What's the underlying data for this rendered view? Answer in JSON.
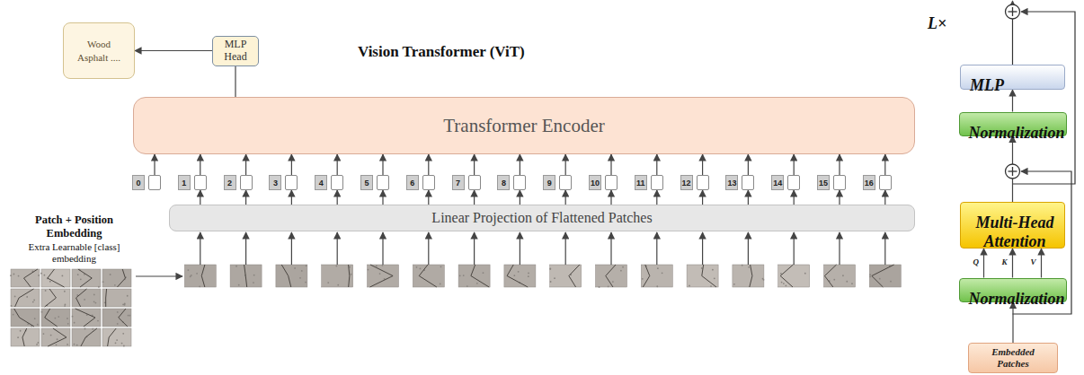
{
  "diagram": {
    "title": "Vision Transformer (ViT)",
    "nodes": [
      {
        "text": [
          "Wood Asphalt ...."
        ]
      },
      {
        "text": [
          "MLP Head"
        ]
      },
      {
        "text": [
          "Transformer Encoder"
        ]
      },
      {
        "text": [
          "0"
        ]
      },
      {
        "text": [
          "1"
        ]
      },
      {
        "text": [
          "2"
        ]
      },
      {
        "text": [
          "3"
        ]
      },
      {
        "text": [
          "4"
        ]
      },
      {
        "text": [
          "5"
        ]
      },
      {
        "text": [
          "6"
        ]
      },
      {
        "text": [
          "7"
        ]
      },
      {
        "text": [
          "8"
        ]
      },
      {
        "text": [
          "9"
        ]
      },
      {
        "text": [
          "10"
        ]
      },
      {
        "text": [
          "11"
        ]
      },
      {
        "text": [
          "12"
        ]
      },
      {
        "text": [
          "13"
        ]
      },
      {
        "text": [
          "14"
        ]
      },
      {
        "text": [
          "15"
        ]
      },
      {
        "text": [
          "16"
        ]
      },
      {
        "text": [
          "Linear Projection of Flattened Patches"
        ]
      },
      {
        "text": [
          "L×"
        ]
      },
      {
        "text": [
          "MLP"
        ],
        "in": 21
      },
      {
        "text": [
          "Normalization"
        ],
        "in": 21
      },
      {
        "text": [
          "Multi-Head Attention"
        ],
        "in": 21
      },
      {
        "text": [
          "Normalization"
        ],
        "in": 21
      },
      {
        "text": [
          "Embedded Patches"
        ]
      }
    ],
    "edges": [
      {
        "from": 1,
        "to": 0,
        "arrow": "to"
      },
      {
        "from": 2,
        "to": 1,
        "arrow": "none"
      },
      {
        "from": 3,
        "to": 2,
        "arrow": "to"
      },
      {
        "from": 4,
        "to": 2,
        "arrow": "to"
      },
      {
        "from": 5,
        "to": 2,
        "arrow": "to"
      },
      {
        "from": 6,
        "to": 2,
        "arrow": "to"
      },
      {
        "from": 7,
        "to": 2,
        "arrow": "to"
      },
      {
        "from": 8,
        "to": 2,
        "arrow": "to"
      },
      {
        "from": 9,
        "to": 2,
        "arrow": "to"
      },
      {
        "from": 10,
        "to": 2,
        "arrow": "to"
      },
      {
        "from": 11,
        "to": 2,
        "arrow": "to"
      },
      {
        "from": 12,
        "to": 2,
        "arrow": "to"
      },
      {
        "from": 13,
        "to": 2,
        "arrow": "to"
      },
      {
        "from": 14,
        "to": 2,
        "arrow": "to"
      },
      {
        "from": 15,
        "to": 2,
        "arrow": "to"
      },
      {
        "from": 16,
        "to": 2,
        "arrow": "to"
      },
      {
        "from": 17,
        "to": 2,
        "arrow": "to"
      },
      {
        "from": 18,
        "to": 2,
        "arrow": "to"
      },
      {
        "from": 19,
        "to": 2,
        "arrow": "to"
      },
      {
        "from": 20,
        "to": 4,
        "arrow": "to"
      },
      {
        "from": 20,
        "to": 5,
        "arrow": "to"
      },
      {
        "from": 20,
        "to": 6,
        "arrow": "to"
      },
      {
        "from": 20,
        "to": 7,
        "arrow": "to"
      },
      {
        "from": 20,
        "to": 8,
        "arrow": "to"
      },
      {
        "from": 20,
        "to": 9,
        "arrow": "to"
      },
      {
        "from": 20,
        "to": 10,
        "arrow": "to"
      },
      {
        "from": 20,
        "to": 11,
        "arrow": "to"
      },
      {
        "from": 20,
        "to": 12,
        "arrow": "to"
      },
      {
        "from": 20,
        "to": 13,
        "arrow": "to"
      },
      {
        "from": 20,
        "to": 14,
        "arrow": "to"
      },
      {
        "from": 20,
        "to": 15,
        "arrow": "to"
      },
      {
        "from": 20,
        "to": 16,
        "arrow": "to"
      },
      {
        "from": 20,
        "to": 17,
        "arrow": "to"
      },
      {
        "from": 20,
        "to": 18,
        "arrow": "to"
      },
      {
        "from": 20,
        "to": 19,
        "arrow": "to"
      },
      {
        "from": 26,
        "to": 25,
        "arrow": "to"
      },
      {
        "from": 25,
        "to": 24,
        "label": "Q",
        "arrow": "to"
      },
      {
        "from": 25,
        "to": 24,
        "label": "K",
        "arrow": "to"
      },
      {
        "from": 25,
        "to": 24,
        "label": "V",
        "arrow": "to"
      },
      {
        "from": 24,
        "to": 23,
        "arrow": "to"
      },
      {
        "from": 23,
        "to": 22,
        "arrow": "to"
      }
    ],
    "labels": [
      "Patch + Position Embedding",
      "Extra Learnable [class] embedding"
    ]
  }
}
